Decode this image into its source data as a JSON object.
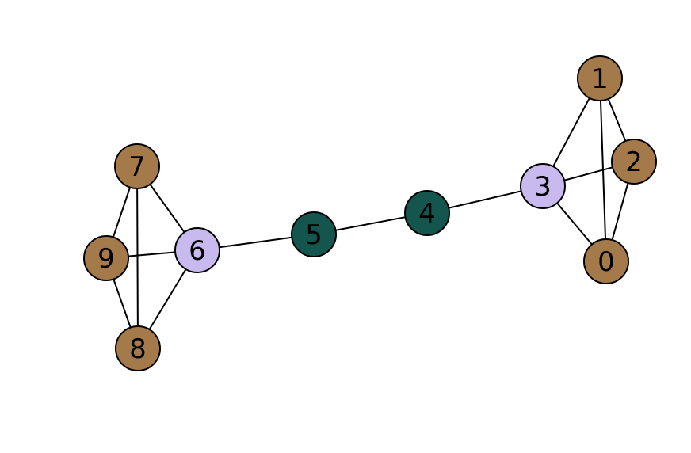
{
  "colors": {
    "brown": "#a47a4b",
    "lavender": "#c8b9ef",
    "teal": "#14554e"
  },
  "nodes": [
    {
      "id": "0",
      "label": "0",
      "color": "brown"
    },
    {
      "id": "1",
      "label": "1",
      "color": "brown"
    },
    {
      "id": "2",
      "label": "2",
      "color": "brown"
    },
    {
      "id": "3",
      "label": "3",
      "color": "lavender"
    },
    {
      "id": "4",
      "label": "4",
      "color": "teal"
    },
    {
      "id": "5",
      "label": "5",
      "color": "teal"
    },
    {
      "id": "6",
      "label": "6",
      "color": "lavender"
    },
    {
      "id": "7",
      "label": "7",
      "color": "brown"
    },
    {
      "id": "8",
      "label": "8",
      "color": "brown"
    },
    {
      "id": "9",
      "label": "9",
      "color": "brown"
    }
  ],
  "edges": [
    [
      "1",
      "3"
    ],
    [
      "1",
      "2"
    ],
    [
      "1",
      "0"
    ],
    [
      "3",
      "2"
    ],
    [
      "3",
      "0"
    ],
    [
      "2",
      "0"
    ],
    [
      "3",
      "4"
    ],
    [
      "4",
      "5"
    ],
    [
      "5",
      "6"
    ],
    [
      "6",
      "7"
    ],
    [
      "6",
      "9"
    ],
    [
      "6",
      "8"
    ],
    [
      "7",
      "9"
    ],
    [
      "7",
      "8"
    ],
    [
      "9",
      "8"
    ]
  ]
}
